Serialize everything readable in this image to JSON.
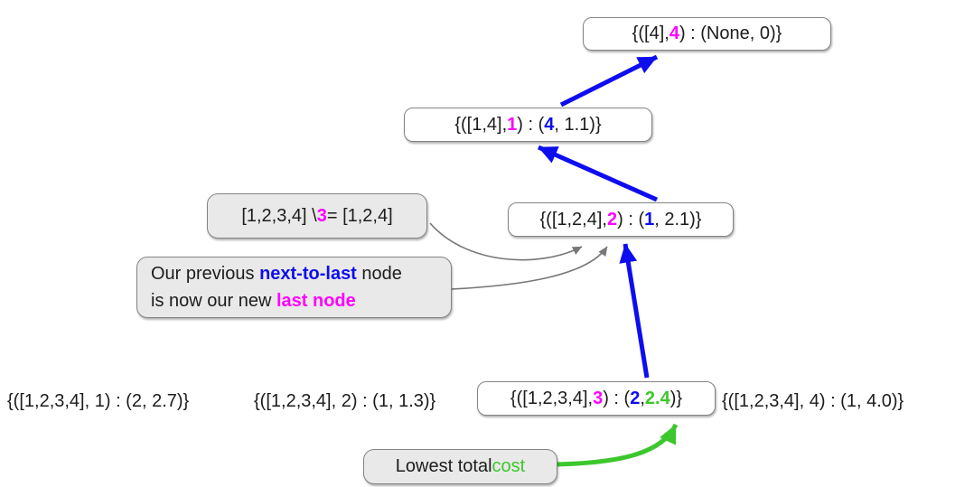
{
  "colors": {
    "magenta": "#ff00ff",
    "blue": "#0d0dee",
    "green": "#3cc72c",
    "gray_arrow": "#777777",
    "node_border": "#848484",
    "annotation_bg": "#e9e9e9",
    "text": "#1c1c1c"
  },
  "nodes": {
    "root": {
      "segments": [
        {
          "t": "{([4], "
        },
        {
          "t": "4",
          "c": "magenta"
        },
        {
          "t": " ) : (None, 0)}"
        }
      ]
    },
    "n14": {
      "segments": [
        {
          "t": "{([1,4], "
        },
        {
          "t": "1",
          "c": "magenta"
        },
        {
          "t": " ) : ("
        },
        {
          "t": "4",
          "c": "blue"
        },
        {
          "t": ", 1.1)}"
        }
      ]
    },
    "n124": {
      "segments": [
        {
          "t": "{([1,2,4], "
        },
        {
          "t": "2",
          "c": "magenta"
        },
        {
          "t": " ) : ("
        },
        {
          "t": "1",
          "c": "blue"
        },
        {
          "t": ", 2.1)}"
        }
      ]
    },
    "best": {
      "segments": [
        {
          "t": "{([1,2,3,4], "
        },
        {
          "t": "3",
          "c": "magenta"
        },
        {
          "t": " ) : ("
        },
        {
          "t": "2",
          "c": "blue"
        },
        {
          "t": ", "
        },
        {
          "t": "2.4",
          "c": "green"
        },
        {
          "t": ")}"
        }
      ]
    }
  },
  "bottom_row": {
    "e1": "{([1,2,3,4], 1) : (2, 2.7)}",
    "e2": "{([1,2,3,4], 2) : (1, 1.3)}",
    "e4": "{([1,2,3,4], 4) : (1, 4.0)}"
  },
  "annotations": {
    "set_minus": {
      "segments": [
        {
          "t": "[1,2,3,4] \\ "
        },
        {
          "t": "3",
          "c": "magenta"
        },
        {
          "t": " = [1,2,4]"
        }
      ]
    },
    "explain": {
      "line1": [
        {
          "t": "Our previous "
        },
        {
          "t": "next-to-last",
          "c": "blue"
        },
        {
          "t": " node"
        }
      ],
      "line2": [
        {
          "t": "is now our new "
        },
        {
          "t": "last node",
          "c": "magenta"
        }
      ]
    },
    "lowest": {
      "segments": [
        {
          "t": "Lowest total "
        },
        {
          "t": "cost",
          "c": "green"
        }
      ]
    }
  }
}
